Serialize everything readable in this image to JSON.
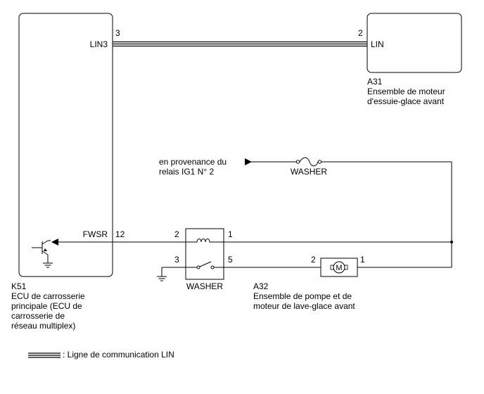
{
  "ecu_k51": {
    "code": "K51",
    "name_lines": [
      "ECU de carrosserie",
      "principale (ECU de",
      "carrosserie de",
      "réseau multiplex)"
    ],
    "pin_lin3_label": "LIN3",
    "pin_lin3_number": "3",
    "pin_fwsr_label": "FWSR",
    "pin_fwsr_number": "12"
  },
  "wiper_motor_a31": {
    "code": "A31",
    "name_lines": [
      "Ensemble de moteur",
      "d'essuie-glace avant"
    ],
    "pin_lin_label": "LIN",
    "pin_lin_number": "2"
  },
  "power_source": {
    "label_lines": [
      "en provenance du",
      "relais IG1 N° 2"
    ]
  },
  "fuse": {
    "label": "WASHER"
  },
  "relay": {
    "label": "WASHER",
    "pin_coil_in": "2",
    "pin_coil_out": "1",
    "pin_switch_ground": "3",
    "pin_switch_out": "5"
  },
  "washer_motor_a32": {
    "code": "A32",
    "name_lines": [
      "Ensemble de pompe et de",
      "moteur de lave-glace avant"
    ],
    "pin_left": "2",
    "pin_right": "1",
    "motor_symbol": "M"
  },
  "legend": {
    "text": ": Ligne de communication LIN"
  }
}
